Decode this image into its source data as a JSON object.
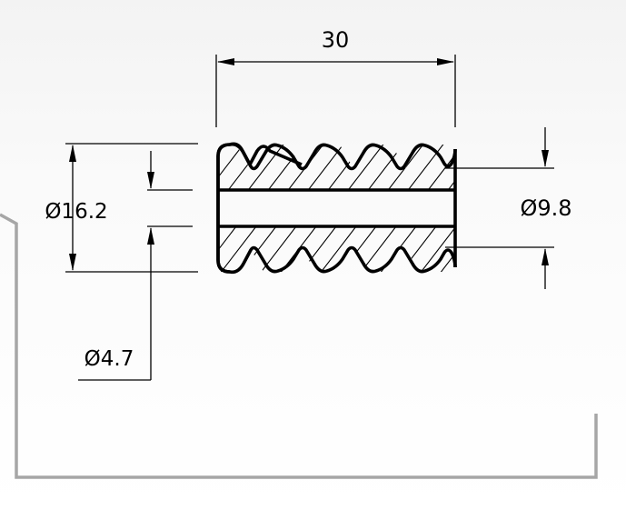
{
  "dimensions": {
    "length": "30",
    "outer_diameter": "Ø16.2",
    "bore_diameter": "Ø4.7",
    "root_diameter": "Ø9.8"
  },
  "colors": {
    "frame": "#a6a6a6",
    "background_top": "#f3f3f3",
    "background_bottom": "#ffffff",
    "ink": "#000000"
  }
}
